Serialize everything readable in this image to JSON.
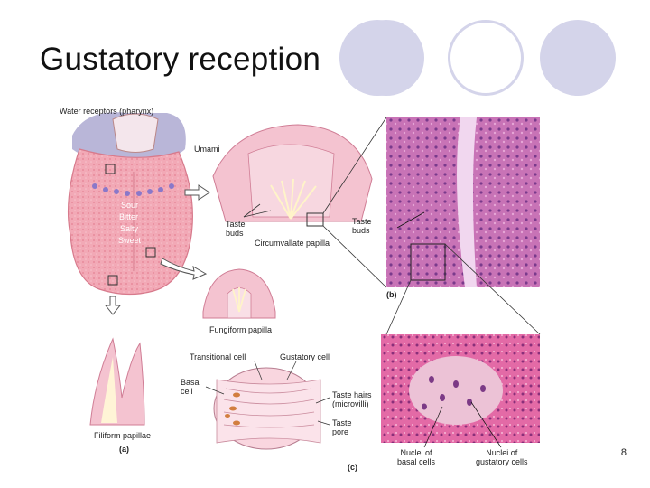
{
  "slide": {
    "title": "Gustatory reception",
    "page_number": "8"
  },
  "figure": {
    "tongue_labels": {
      "water_receptors": "Water receptors (pharynx)",
      "umami": "Umami",
      "sour": "Sour",
      "bitter": "Bitter",
      "salty": "Salty",
      "sweet": "Sweet"
    },
    "papillae_labels": {
      "taste_buds": "Taste\nbuds",
      "circumvallate": "Circumvallate papilla",
      "fungiform": "Fungiform papilla",
      "filiform": "Filiform papillae"
    },
    "taste_bud_labels": {
      "transitional_cell": "Transitional cell",
      "gustatory_cell": "Gustatory cell",
      "basal_cell": "Basal\ncell",
      "taste_hairs": "Taste hairs\n(microvilli)",
      "taste_pore": "Taste\npore"
    },
    "micrograph_labels": {
      "taste_buds": "Taste\nbuds",
      "nuclei_basal": "Nuclei of\nbasal cells",
      "nuclei_gustatory": "Nuclei of\ngustatory cells"
    },
    "panel_letters": {
      "a": "(a)",
      "b": "(b)",
      "c": "(c)"
    }
  }
}
